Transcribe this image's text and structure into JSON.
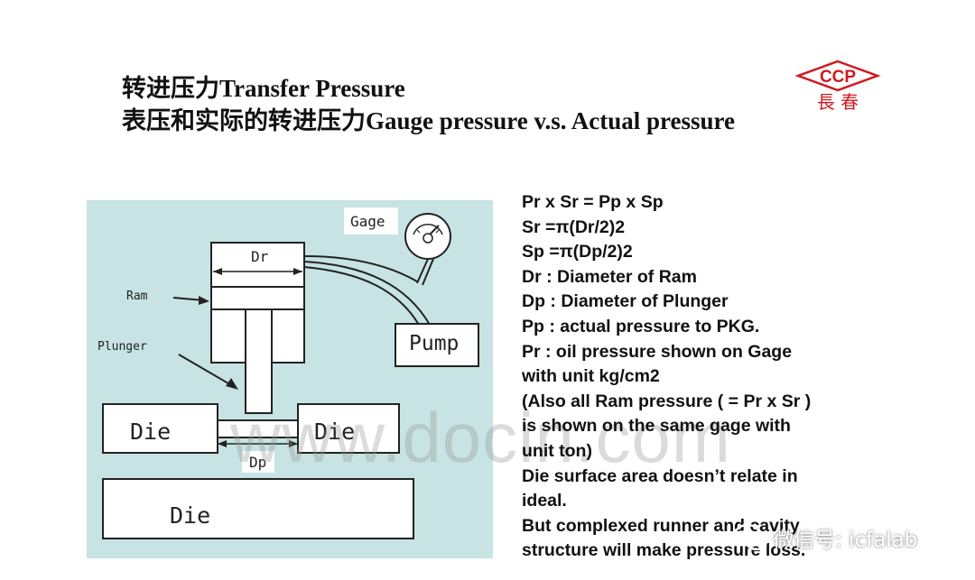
{
  "title": {
    "line1": "转进压力Transfer Pressure",
    "line2": "表压和实际的转进压力Gauge pressure v.s. Actual pressure"
  },
  "logo": {
    "text": "CCP",
    "chinese": "長 春",
    "color": "#d0191f"
  },
  "diagram": {
    "background": "#c7e3e3",
    "labels": {
      "gage": "Gage",
      "dr": "Dr",
      "ram": "Ram",
      "plunger": "Plunger",
      "pump": "Pump",
      "die_left": "Die",
      "die_right": "Die",
      "die_bottom": "Die",
      "dp": "Dp"
    }
  },
  "watermark": "www.docin.com",
  "formula_lines": [
    "Pr x Sr = Pp x Sp",
    "Sr =π(Dr/2)2",
    "Sp =π(Dp/2)2",
    "Dr : Diameter of Ram",
    "Dp : Diameter of Plunger",
    "Pp : actual pressure to PKG.",
    "Pr : oil pressure shown on Gage",
    "with unit kg/cm2",
    "(Also all Ram pressure ( = Pr x Sr )",
    "is shown on the same gage with",
    "unit ton)",
    "Die surface area doesn’t relate in",
    "ideal.",
    "But complexed runner and cavity",
    "structure will make pressure loss."
  ],
  "wechat": {
    "icon": "wechat-icon",
    "text": "微信号: icfalab"
  }
}
